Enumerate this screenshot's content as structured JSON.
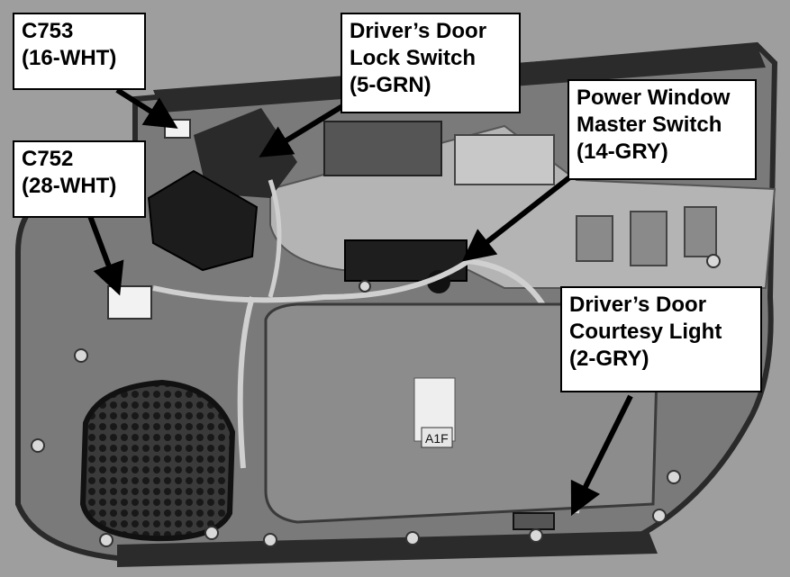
{
  "figure": {
    "badge_text": "A1F",
    "colors": {
      "background": "#9a9a9a",
      "panel": "#7c7c7c",
      "arrow": "#000000",
      "box": "#ffffff"
    }
  },
  "callouts": [
    {
      "id": "c753",
      "lines": [
        "C753",
        "(16-WHT)"
      ]
    },
    {
      "id": "lock-switch",
      "lines": [
        "Driver’s Door",
        "Lock Switch",
        "(5-GRN)"
      ]
    },
    {
      "id": "c752",
      "lines": [
        "C752",
        "(28-WHT)"
      ]
    },
    {
      "id": "window-switch",
      "lines": [
        "Power Window",
        "Master Switch",
        "(14-GRY)"
      ]
    },
    {
      "id": "courtesy-light",
      "lines": [
        "Driver’s Door",
        "Courtesy Light",
        "(2-GRY)"
      ]
    }
  ]
}
